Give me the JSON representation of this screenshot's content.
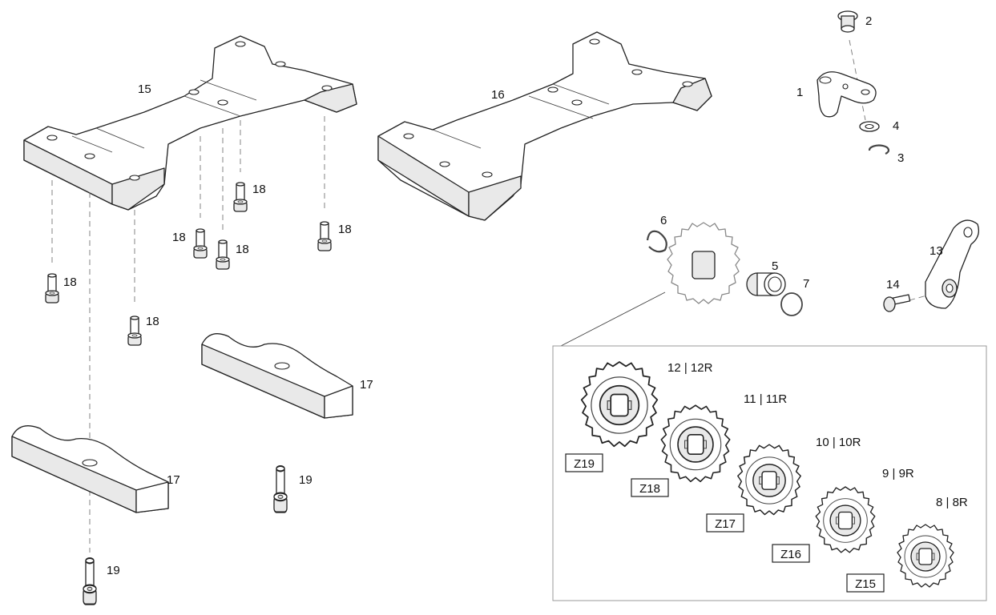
{
  "callouts": {
    "c1": "1",
    "c2": "2",
    "c3": "3",
    "c4": "4",
    "c5": "5",
    "c6": "6",
    "c7": "7",
    "c13": "13",
    "c14": "14",
    "c15": "15",
    "c16": "16",
    "c17a": "17",
    "c17b": "17",
    "c18a": "18",
    "c18b": "18",
    "c18c": "18",
    "c18d": "18",
    "c18e": "18",
    "c18f": "18",
    "c19a": "19",
    "c19b": "19"
  },
  "sprockets": [
    {
      "ref": "12 | 12R",
      "teeth": "Z19"
    },
    {
      "ref": "11 | 11R",
      "teeth": "Z18"
    },
    {
      "ref": "10 | 10R",
      "teeth": "Z17"
    },
    {
      "ref": "9 | 9R",
      "teeth": "Z16"
    },
    {
      "ref": "8 | 8R",
      "teeth": "Z15"
    }
  ]
}
